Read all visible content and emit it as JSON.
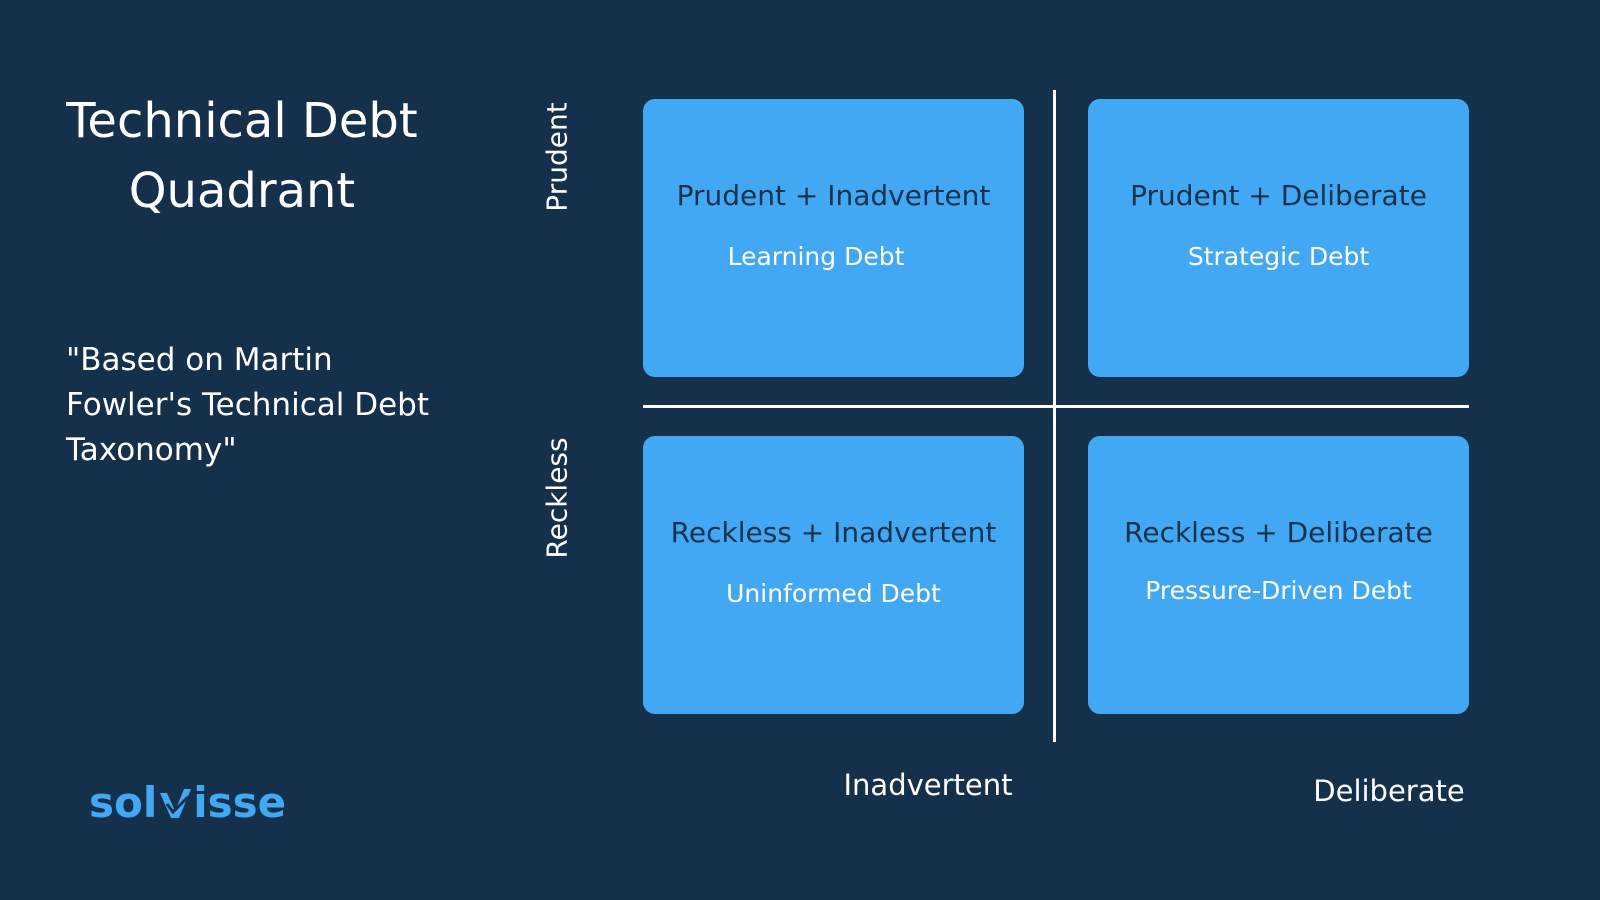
{
  "title_lines": [
    "Technical Debt",
    "Quadrant"
  ],
  "subtitle_lines": [
    "\"Based on Martin",
    "Fowler's Technical Debt",
    "Taxonomy\""
  ],
  "axes": {
    "y_top": "Prudent",
    "y_bottom": "Reckless",
    "x_left": "Inadvertent",
    "x_right": "Deliberate"
  },
  "quadrants": [
    {
      "title": "Prudent + Inadvertent",
      "subtitle": "Learning Debt"
    },
    {
      "title": "Prudent + Deliberate",
      "subtitle": "Strategic Debt"
    },
    {
      "title": "Reckless + Inadvertent",
      "subtitle": "Uninformed Debt"
    },
    {
      "title": "Reckless + Deliberate",
      "subtitle": "Pressure-Driven Debt"
    }
  ],
  "logo": {
    "prefix": "sol",
    "suffix": "isse",
    "icon": "checkmark-icon"
  },
  "colors": {
    "background": "#14304a",
    "quadrant": "#42a8f4",
    "quadrant_title": "#17324d",
    "text": "#ffffff"
  }
}
